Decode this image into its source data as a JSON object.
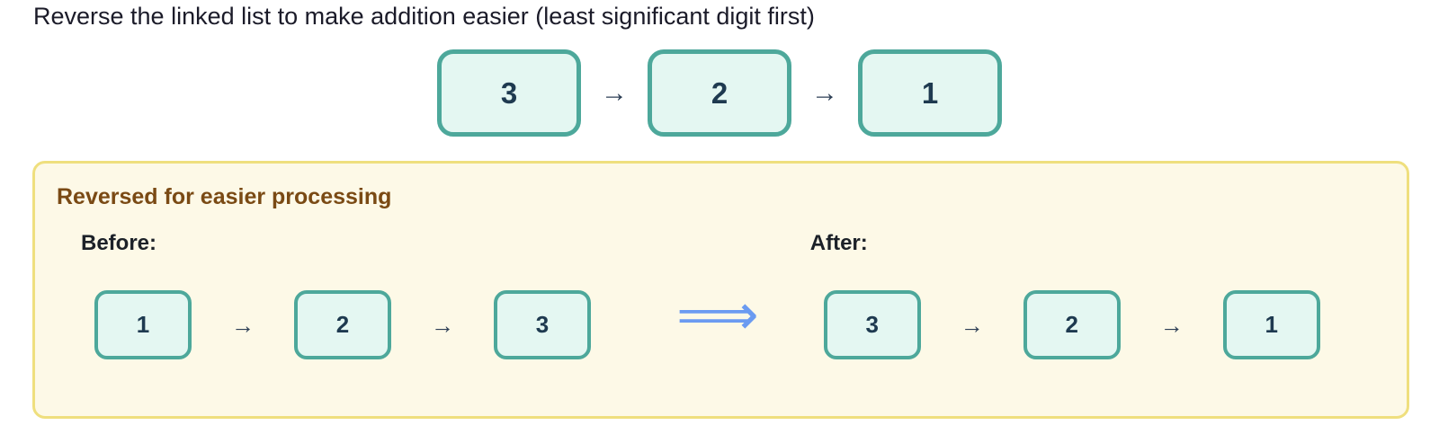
{
  "title": "Reverse the linked list to make addition easier (least significant digit first)",
  "icons": {
    "arrow": "→",
    "double_arrow": "⟹"
  },
  "top_list": {
    "nodes": [
      "3",
      "2",
      "1"
    ]
  },
  "panel": {
    "heading": "Reversed for easier processing",
    "before": {
      "label": "Before:",
      "nodes": [
        "1",
        "2",
        "3"
      ]
    },
    "after": {
      "label": "After:",
      "nodes": [
        "3",
        "2",
        "1"
      ]
    }
  },
  "colors": {
    "title_text": "#1b1b29",
    "node_fill": "#e4f7f2",
    "node_border": "#4da89b",
    "node_text": "#1e3a50",
    "small_arrow": "#2c3e55",
    "panel_bg": "#fdf9e7",
    "panel_border": "#efdf7e",
    "heading_text": "#7a4a14",
    "label_text": "#1c2128",
    "big_arrow": "#6b9bf1"
  }
}
